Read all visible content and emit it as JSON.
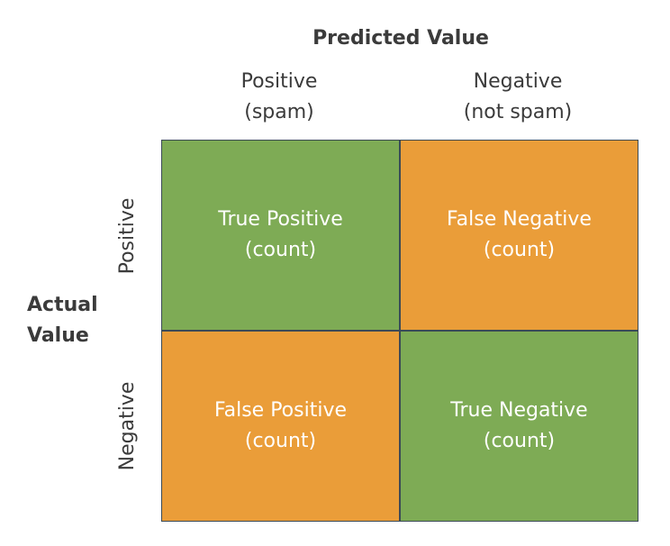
{
  "predicted_title": "Predicted Value",
  "columns": [
    {
      "line1": "Positive",
      "line2": "(spam)"
    },
    {
      "line1": "Negative",
      "line2": "(not spam)"
    }
  ],
  "actual_title": {
    "line1": "Actual",
    "line2": "Value"
  },
  "rows": [
    {
      "label": "Positive"
    },
    {
      "label": "Negative"
    }
  ],
  "cells": [
    {
      "line1": "True Positive",
      "line2": "(count)",
      "color": "#7eab55"
    },
    {
      "line1": "False Negative",
      "line2": "(count)",
      "color": "#ea9d39"
    },
    {
      "line1": "False Positive",
      "line2": "(count)",
      "color": "#ea9d39"
    },
    {
      "line1": "True Negative",
      "line2": "(count)",
      "color": "#7eab55"
    }
  ]
}
